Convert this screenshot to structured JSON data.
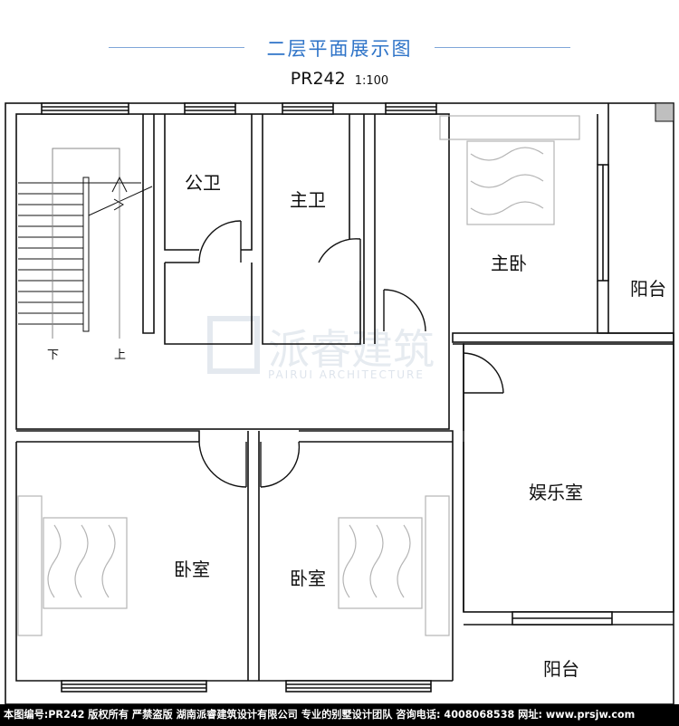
{
  "header": {
    "title": "二层平面展示图",
    "plan_code": "PR242",
    "scale": "1:100"
  },
  "rooms": {
    "public_bath": "公卫",
    "master_bath": "主卫",
    "master_bedroom": "主卧",
    "balcony_east": "阳台",
    "entertainment_room": "娱乐室",
    "bedroom_left": "卧室",
    "bedroom_middle": "卧室",
    "balcony_south": "阳台"
  },
  "stairs": {
    "down": "下",
    "up": "上"
  },
  "watermark": {
    "chinese": "派睿建筑",
    "english": "PAIRUI ARCHITECTURE"
  },
  "footer": {
    "text": "本图编号:PR242 版权所有 严禁盗版 湖南派睿建筑设计有限公司 专业的别墅设计团队 咨询电话: 4008068538 网址: www.prsjw.com"
  },
  "colors": {
    "title_blue": "#2f74c8",
    "wall": "#111111",
    "furniture": "#b5b5b5"
  }
}
